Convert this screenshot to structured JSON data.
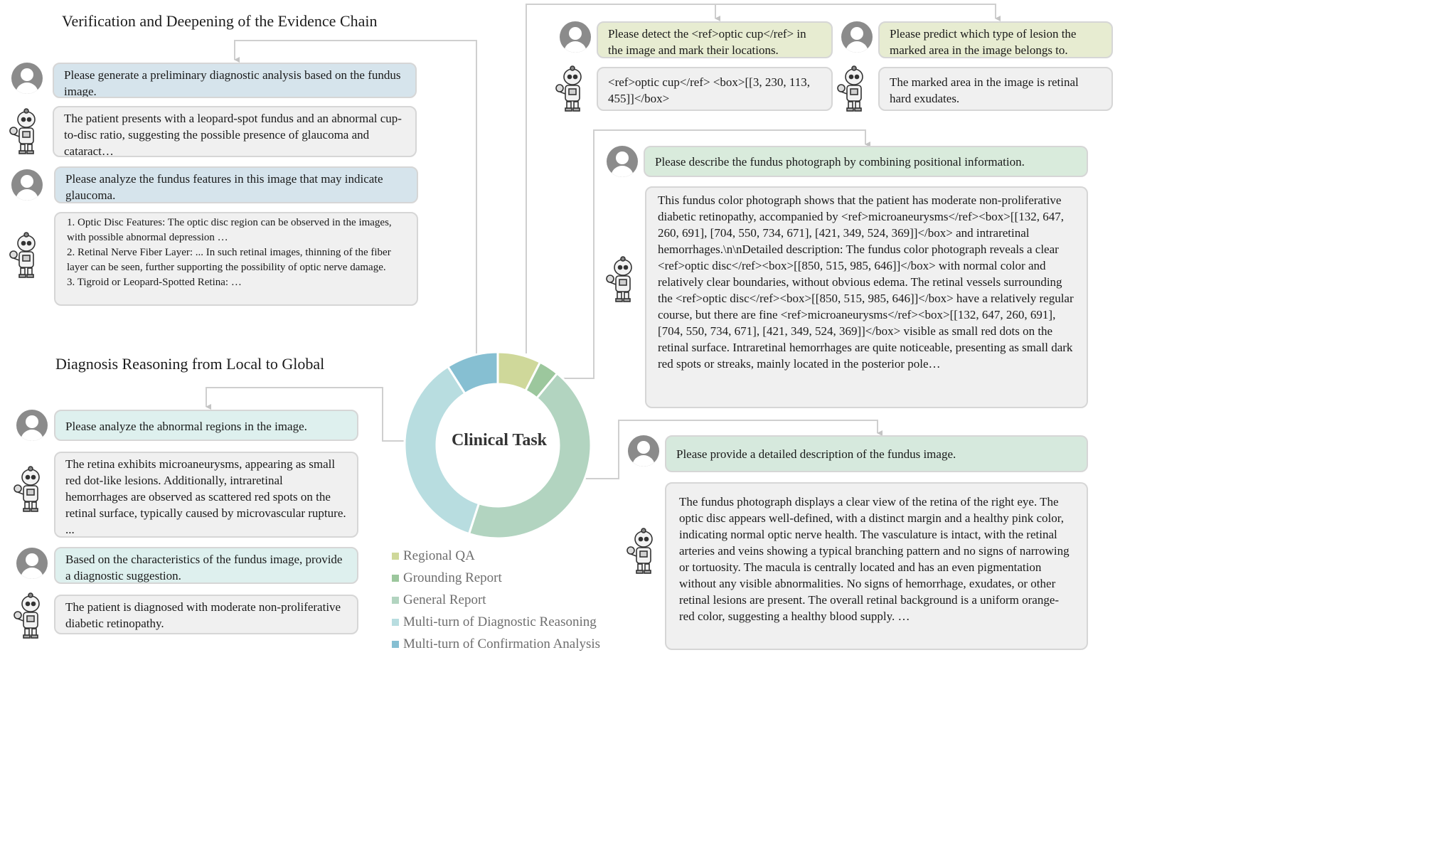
{
  "left": {
    "section1_title": "Verification and Deepening of the Evidence Chain",
    "section2_title": "Diagnosis Reasoning from Local to Global",
    "s1_q1": "Please generate a preliminary diagnostic analysis based on the fundus image.",
    "s1_a1": "The patient presents with a leopard-spot fundus and an abnormal cup-to-disc ratio, suggesting the possible presence of glaucoma and cataract…",
    "s1_q2": "Please analyze the fundus features in this image that may indicate glaucoma.",
    "s1_a2_lines": [
      "1. Optic Disc Features: The optic disc region can be observed in the images, with possible abnormal depression …",
      "2. Retinal Nerve Fiber Layer: ... In such retinal images, thinning of the fiber layer can be seen, further supporting the possibility of optic nerve damage.",
      "3. Tigroid or Leopard-Spotted Retina: …"
    ],
    "s2_q1": "Please analyze the abnormal regions in the image.",
    "s2_a1": "The retina exhibits microaneurysms, appearing as small red dot-like lesions. Additionally, intraretinal hemorrhages are observed as scattered red spots on the retinal surface, typically caused by microvascular rupture. ...",
    "s2_q2": "Based on the characteristics of the fundus image, provide a diagnostic suggestion.",
    "s2_a2": "The patient is diagnosed with moderate non-proliferative diabetic retinopathy."
  },
  "right": {
    "rq1_q": "Please detect the <ref>optic cup</ref> in the image and mark their locations.",
    "rq1_a": "<ref>optic cup</ref> <box>[[3, 230, 113, 455]]</box>",
    "rq2_q": "Please predict which type of lesion the marked area in the image belongs to.",
    "rq2_a": "The marked area in the image is retinal hard exudates.",
    "gr_q": "Please describe the fundus photograph by combining positional information.",
    "gr_a": "This fundus color photograph shows that the patient has moderate non-proliferative diabetic retinopathy, accompanied by <ref>microaneurysms</ref><box>[[132, 647, 260, 691], [704, 550, 734, 671], [421, 349, 524, 369]]</box> and intraretinal hemorrhages.\\n\\nDetailed description: The fundus color photograph reveals a clear <ref>optic disc</ref><box>[[850, 515, 985, 646]]</box> with normal color and relatively clear boundaries, without obvious edema. The retinal vessels surrounding the <ref>optic disc</ref><box>[[850, 515, 985, 646]]</box> have a relatively regular course, but there are fine <ref>microaneurysms</ref><box>[[132, 647, 260, 691], [704, 550, 734, 671], [421, 349, 524, 369]]</box> visible as small red dots on the retinal surface. Intraretinal hemorrhages are quite noticeable, presenting as small dark red spots or streaks, mainly located in the posterior pole…",
    "gen_q": "Please provide a detailed description of the fundus image.",
    "gen_a": "The fundus photograph displays a clear view of the retina of the right eye. The optic disc appears well-defined, with a distinct margin and a healthy pink color, indicating normal optic nerve health. The vasculature is intact, with the retinal arteries and veins showing a typical branching pattern and no signs of narrowing or tortuosity. The macula is centrally located and has an even pigmentation without any visible abnormalities. No signs of hemorrhage, exudates, or other retinal lesions are present. The overall retinal background is a uniform orange-red color, suggesting a healthy blood supply. …"
  },
  "donut": {
    "center_label": "Clinical Task",
    "segments": [
      {
        "name": "Regional QA",
        "color": "#cfd89a",
        "value": 7.5
      },
      {
        "name": "Grounding Report",
        "color": "#9cc79d",
        "value": 3.5
      },
      {
        "name": "General Report",
        "color": "#b2d4c0",
        "value": 44
      },
      {
        "name": "Multi-turn of Diagnostic Reasoning",
        "color": "#b8dde0",
        "value": 36
      },
      {
        "name": "Multi-turn of Confirmation Analysis",
        "color": "#86bfd2",
        "value": 9
      }
    ]
  }
}
